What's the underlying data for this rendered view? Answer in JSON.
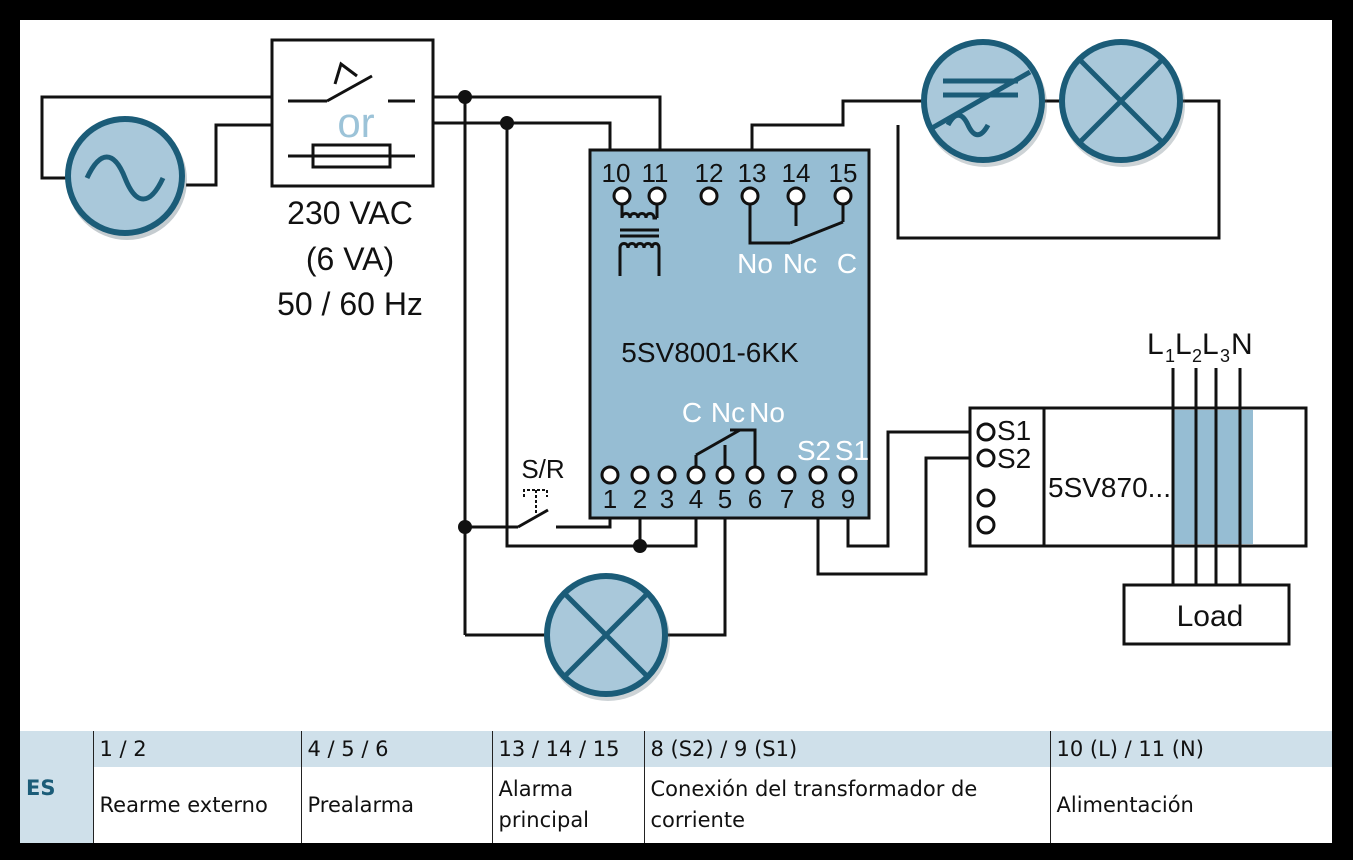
{
  "supply": {
    "voltage": "230 VAC",
    "power": "(6 VA)",
    "frequency": "50 / 60 Hz",
    "or_label": "or"
  },
  "module": {
    "model": "5SV8001-6KK",
    "top_terminals": [
      "10",
      "11",
      "12",
      "13",
      "14",
      "15"
    ],
    "top_contacts": [
      "No",
      "Nc",
      "C"
    ],
    "bottom_contacts": [
      "C",
      "Nc",
      "No"
    ],
    "bottom_ct_labels": [
      "S2",
      "S1"
    ],
    "bottom_terminals": [
      "1",
      "2",
      "3",
      "4",
      "5",
      "6",
      "7",
      "8",
      "9"
    ]
  },
  "switch_label": "S/R",
  "transformer": {
    "model": "5SV870...",
    "terminals": [
      "S1",
      "S2"
    ]
  },
  "lines": {
    "L1": {
      "letter": "L",
      "sub": "1"
    },
    "L2": {
      "letter": "L",
      "sub": "2"
    },
    "L3": {
      "letter": "L",
      "sub": "3"
    },
    "N": "N"
  },
  "load_label": "Load",
  "legend": {
    "headers": [
      "",
      "1 / 2",
      "4 / 5 / 6",
      "13 / 14 / 15",
      "8 (S2) / 9 (S1)",
      "10 (L) / 11 (N)"
    ],
    "row": {
      "lang": "ES",
      "cells": [
        "Rearme externo",
        "Prealarma",
        "Alarma principal",
        "Conexión del transformador de corriente",
        "Alimentación"
      ]
    }
  },
  "colors": {
    "module_fill": "#96bdd3",
    "lamp_fill": "#a9c8da",
    "lamp_ring": "#1b5c78",
    "legend_bg": "#cfe0ea",
    "or_text": "#9cc3d8"
  }
}
